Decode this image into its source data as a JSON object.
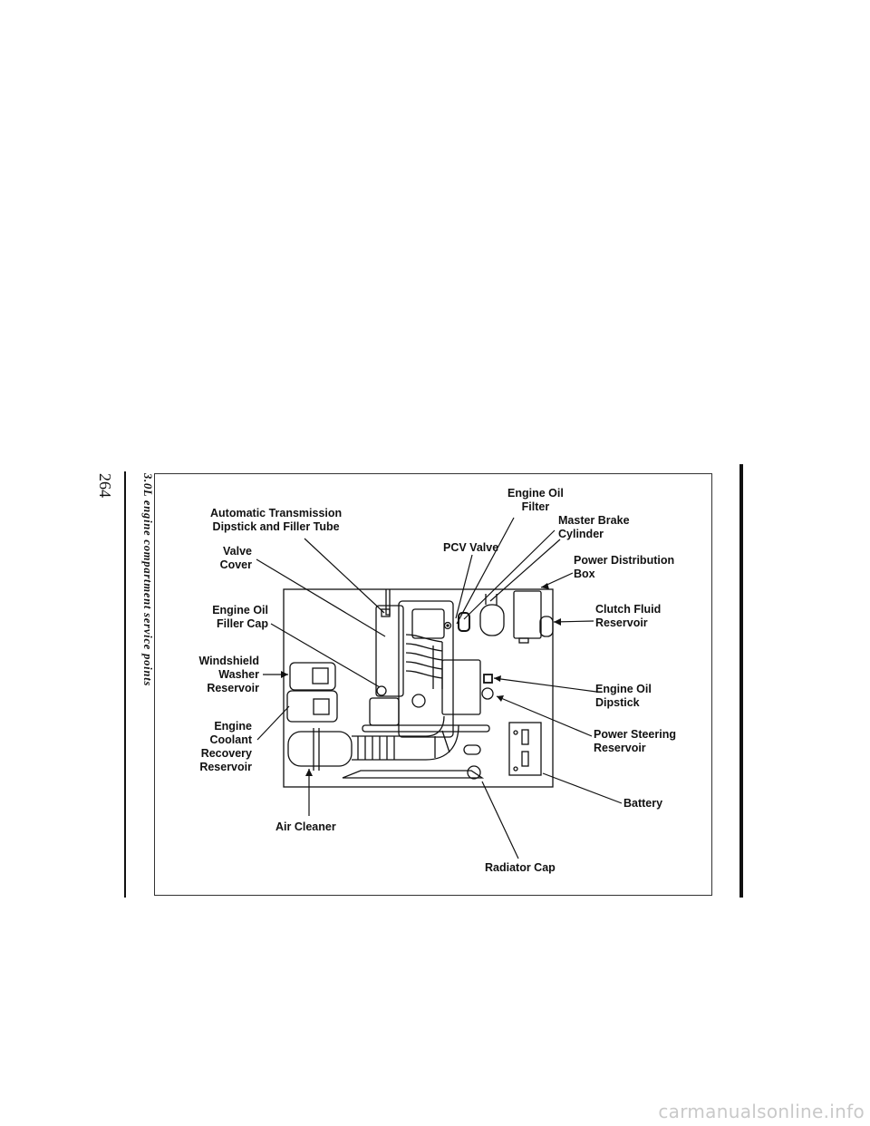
{
  "page": {
    "number": "264",
    "caption": "3.0L engine compartment service points",
    "watermark": "carmanualsonline.info"
  },
  "labels": {
    "automatic_transmission": "Automatic Transmission\nDipstick and Filler Tube",
    "valve_cover": "Valve\nCover",
    "engine_oil_filler_cap": "Engine Oil\nFiller Cap",
    "windshield_washer": "Windshield\nWasher\nReservoir",
    "engine_coolant": "Engine\nCoolant\nRecovery\nReservoir",
    "air_cleaner": "Air Cleaner",
    "radiator_cap": "Radiator Cap",
    "engine_oil_filter": "Engine Oil\nFilter",
    "master_brake": "Master Brake\nCylinder",
    "pcv_valve": "PCV Valve",
    "power_distribution": "Power Distribution\nBox",
    "clutch_fluid": "Clutch Fluid\nReservoir",
    "engine_oil_dipstick": "Engine Oil\nDipstick",
    "power_steering": "Power Steering\nReservoir",
    "battery": "Battery"
  }
}
